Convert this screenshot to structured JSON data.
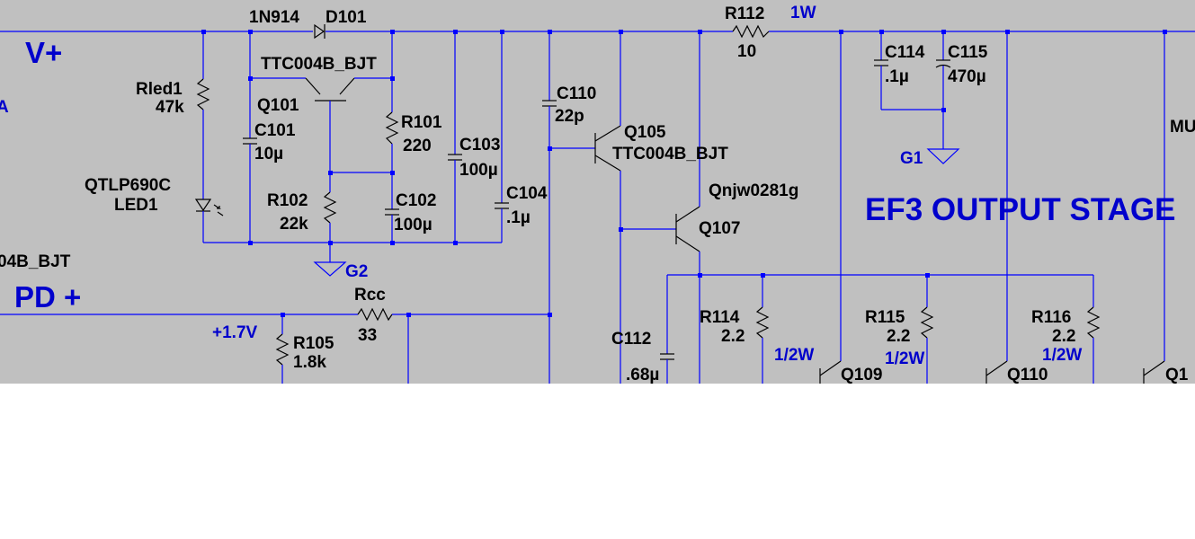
{
  "nets": {
    "vplus": "V+",
    "pdplus": "PD +",
    "g1": "G1",
    "g2": "G2",
    "v17": "+1.7V",
    "w1": "1W",
    "half1": "1/2W",
    "half2": "1/2W",
    "half3": "1/2W",
    "a_edge": "A"
  },
  "title": "EF3 OUTPUT STAGE",
  "components": {
    "d101_model": "1N914",
    "d101_ref": "D101",
    "r112_ref": "R112",
    "r112_val": "10",
    "rled1_ref": "Rled1",
    "rled1_val": "47k",
    "q101_model": "TTC004B_BJT",
    "q101_ref": "Q101",
    "c101_ref": "C101",
    "c101_val": "10µ",
    "r101_ref": "R101",
    "r101_val": "220",
    "c103_ref": "C103",
    "c103_val": "100µ",
    "c104_ref": "C104",
    "c104_val": ".1µ",
    "c110_ref": "C110",
    "c110_val": "22p",
    "q105_ref": "Q105",
    "q105_model": "TTC004B_BJT",
    "c114_ref": "C114",
    "c114_val": ".1µ",
    "c115_ref": "C115",
    "c115_val": "470µ",
    "mu_partial": "MU",
    "led1_model": "QTLP690C",
    "led1_ref": "LED1",
    "r102_ref": "R102",
    "r102_val": "22k",
    "c102_ref": "C102",
    "c102_val": "100µ",
    "q107_model": "Qnjw0281g",
    "q107_ref": "Q107",
    "left_model_partial": "04B_BJT",
    "rcc_ref": "Rcc",
    "rcc_val": "33",
    "r105_ref": "R105",
    "r105_val": "1.8k",
    "c112_ref": "C112",
    "c112_val": ".68µ",
    "r114_ref": "R114",
    "r114_val": "2.2",
    "r115_ref": "R115",
    "r115_val": "2.2",
    "r116_ref": "R116",
    "r116_val": "2.2",
    "q109_ref": "Q109",
    "q110_ref": "Q110",
    "q11x_partial": "Q1"
  },
  "colors": {
    "background": "#c0c0c0",
    "wire": "#0000ff",
    "net_label": "#0000cc",
    "component": "#000000"
  }
}
